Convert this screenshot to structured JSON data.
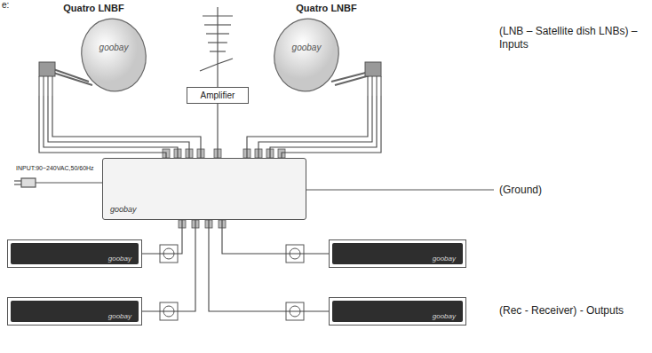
{
  "diagram": {
    "nodes": [
      {
        "text": [
          "Quatro LNBF",
          "goobay"
        ]
      },
      {
        "text": [
          "Quatro LNBF",
          "goobay"
        ]
      },
      {
        "text": [
          "Amplifier"
        ]
      },
      {
        "text": [
          "goobay"
        ]
      },
      {
        "text": [
          "goobay"
        ]
      },
      {
        "text": [
          "goobay"
        ]
      },
      {
        "text": [
          "goobay"
        ]
      },
      {
        "text": [
          "goobay"
        ]
      }
    ],
    "edges": [
      {
        "from": 0,
        "to": 3,
        "arrow": "none"
      },
      {
        "from": 0,
        "to": 3,
        "arrow": "none"
      },
      {
        "from": 0,
        "to": 3,
        "arrow": "none"
      },
      {
        "from": 0,
        "to": 3,
        "arrow": "none"
      },
      {
        "from": 2,
        "to": 3,
        "arrow": "none"
      },
      {
        "from": 1,
        "to": 3,
        "arrow": "none"
      },
      {
        "from": 1,
        "to": 3,
        "arrow": "none"
      },
      {
        "from": 1,
        "to": 3,
        "arrow": "none"
      },
      {
        "from": 1,
        "to": 3,
        "arrow": "none"
      },
      {
        "from": 3,
        "to": 4,
        "arrow": "none"
      },
      {
        "from": 3,
        "to": 5,
        "arrow": "none"
      },
      {
        "from": 3,
        "to": 6,
        "arrow": "none"
      },
      {
        "from": 3,
        "to": 7,
        "arrow": "none"
      }
    ],
    "labels": [
      "e:",
      "INPUT:90~240VAC,50/60Hz",
      "(LNB – Satellite dish LNBs) – Inputs",
      "(Ground)",
      "(Rec - Receiver) - Outputs"
    ]
  }
}
